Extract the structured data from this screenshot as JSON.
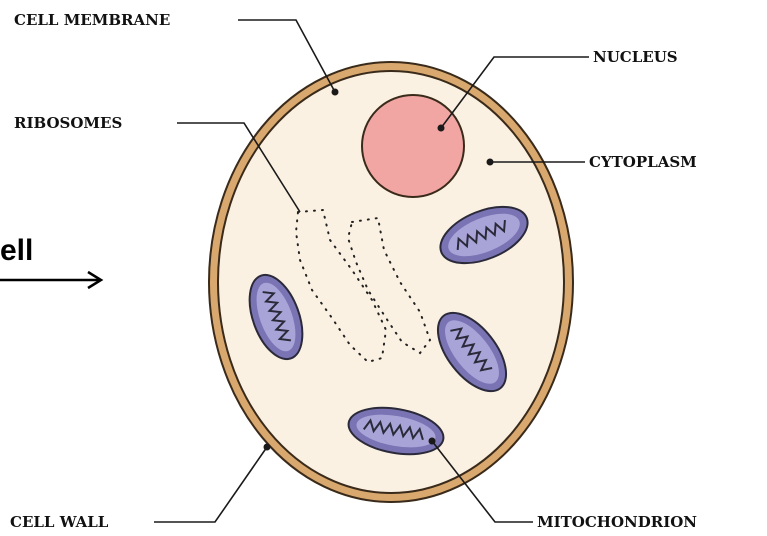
{
  "labels": {
    "cell_membrane": "CELL MEMBRANE",
    "nucleus": "NUCLEUS",
    "ribosomes": "RIBOSOMES",
    "cytoplasm": "CYTOPLASM",
    "cell_wall": "CELL WALL",
    "mitochondrion": "MITOCHONDRION"
  },
  "side_text": "ell",
  "colors": {
    "cell_wall": "#d9a86e",
    "cytoplasm": "#fbf1e2",
    "nucleus": "#f2a6a4",
    "mitochondrion_outer": "#7a74b4",
    "mitochondrion_inner": "#a9a4d8"
  }
}
